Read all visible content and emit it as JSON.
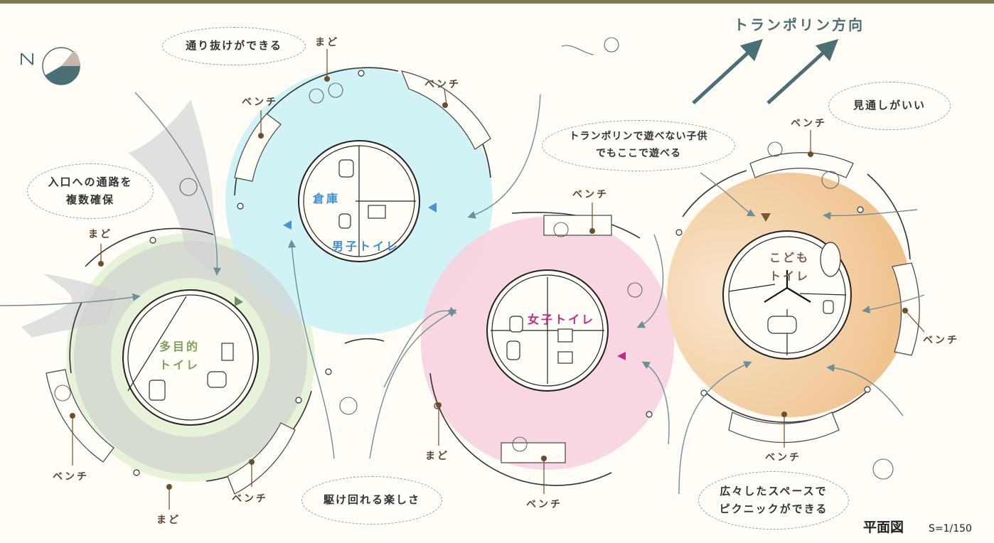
{
  "direction_title": "トランポリン方向",
  "plan_title": "平面図",
  "scale": "S=1/150",
  "callouts": {
    "pass_through": "通り抜けができる",
    "entrance": "入口への通路を\n複数確保",
    "kids_play": "トランポリンで遊べない子供\nでもここで遊べる",
    "visibility": "見通しがいい",
    "run_around": "駆け回れる楽しさ",
    "picnic": "広々したスペースで\nピクニックができる"
  },
  "rooms": {
    "multipurpose": "多目的\nトイレ",
    "storage": "倉庫",
    "mens": "男子トイレ",
    "womens": "女子トイレ",
    "kids": "こども\nトイレ"
  },
  "labels": {
    "bench": "ベンチ",
    "window": "まど"
  },
  "colors": {
    "multipurpose": "#e6f3d8",
    "mens": "#d2f3f5",
    "womens": "#f7d3e0",
    "kids": "#f0c896",
    "arrow": "#4a6f74",
    "flow": "#6e8e96",
    "leader": "#6b4e2f"
  }
}
